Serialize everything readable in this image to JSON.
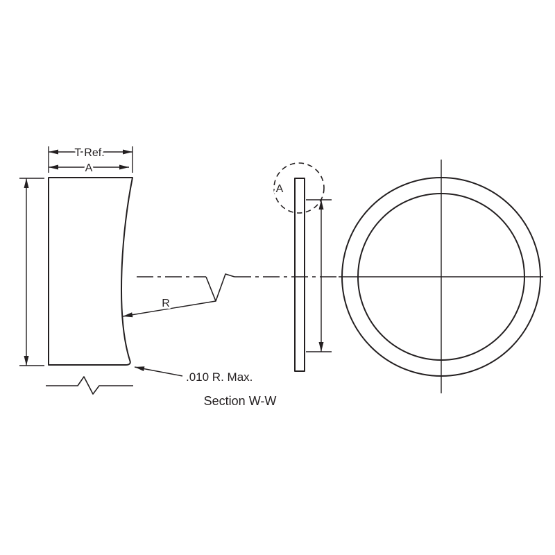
{
  "drawing": {
    "dim_t_ref": "T Ref.",
    "dim_a": "A",
    "radius_label": "R",
    "detail_label": "A",
    "corner_note": ".010 R. Max.",
    "section_label": "Section W-W"
  },
  "colors": {
    "line": "#231f20",
    "background": "#ffffff"
  }
}
